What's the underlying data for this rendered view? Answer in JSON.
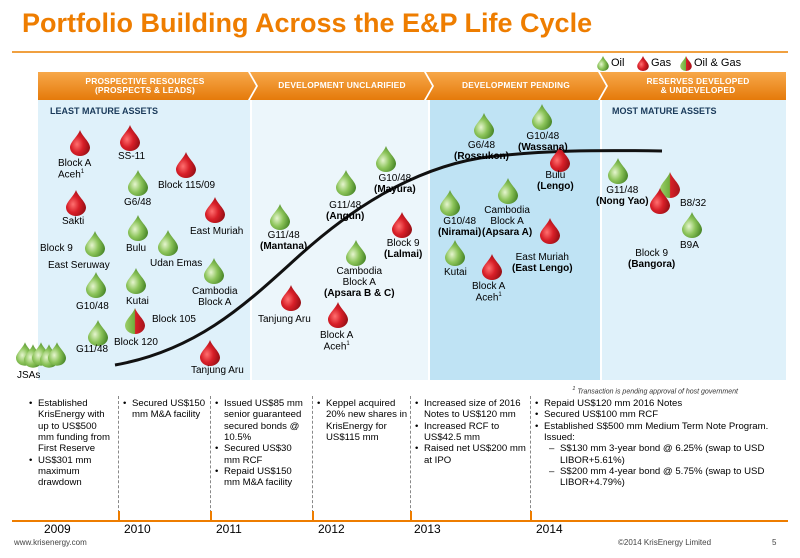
{
  "title": "Portfolio Building Across the E&P Life Cycle",
  "legend": {
    "oil": "Oil",
    "gas": "Gas",
    "oil_gas": "Oil & Gas",
    "colors": {
      "oil": "#6fae3c",
      "gas": "#d11c28"
    }
  },
  "phases": [
    {
      "line1": "PROSPECTIVE RESOURCES",
      "line2": "(PROSPECTS & LEADS)"
    },
    {
      "line1": "DEVELOPMENT UNCLARIFIED",
      "line2": ""
    },
    {
      "line1": "DEVELOPMENT PENDING",
      "line2": ""
    },
    {
      "line1": "RESERVES DEVELOPED",
      "line2": "& UNDEVELOPED"
    }
  ],
  "zones": {
    "least_mature": "LEAST MATURE ASSETS",
    "most_mature": "MOST MATURE ASSETS"
  },
  "assets": {
    "ss11": "SS-11",
    "block_a_aceh_1": "Block A",
    "block_a_aceh_1b": "Aceh",
    "block_115_09": "Block 115/09",
    "g6_48": "G6/48",
    "sakti": "Sakti",
    "east_muriah": "East Muriah",
    "block_9": "Block 9",
    "bulu": "Bulu",
    "udan_emas": "Udan Emas",
    "east_seruway": "East Seruway",
    "cambodia_block_a_1": "Cambodia",
    "cambodia_block_a_1b": "Block A",
    "kutai": "Kutai",
    "g10_48": "G10/48",
    "block_105": "Block 105",
    "g11_48": "G11/48",
    "block_120": "Block 120",
    "jsas": "JSAs",
    "tanjung_aru": "Tanjung Aru",
    "g11_mantana": "G11/48",
    "mantana": "(Mantana)",
    "g11_angun": "G11/48",
    "angun": "(Angun)",
    "g10_mayura": "G10/48",
    "mayura": "(Mayura)",
    "cambodia_apsara_1": "Cambodia",
    "cambodia_apsara_2": "Block A",
    "apsara_bc": "(Apsara B & C)",
    "block9_lalmai": "Block 9",
    "lalmai": "(Lalmai)",
    "tanjung_aru_2": "Tanjung Aru",
    "block_a_aceh_2": "Block A",
    "block_a_aceh_2b": "Aceh",
    "g6_rossukon": "G6/48",
    "rossukon": "(Rossukon)",
    "g10_wassana": "G10/48",
    "wassana": "(Wassana)",
    "g10_niramai": "G10/48",
    "niramai": "(Niramai)",
    "cambodia_apsara_a_1": "Cambodia",
    "cambodia_apsara_a_2": "Block A",
    "apsara_a": "(Apsara A)",
    "bulu_lengo": "Bulu",
    "lengo": "(Lengo)",
    "east_muriah_2": "East Muriah",
    "east_lengo": "(East Lengo)",
    "kutai_2": "Kutai",
    "block_a_aceh_3": "Block A",
    "block_a_aceh_3b": "Aceh",
    "g11_nong_yao": "G11/48",
    "nong_yao": "(Nong Yao)",
    "b8_32": "B8/32",
    "block9_bangora": "Block 9",
    "bangora": "(Bangora)",
    "b9a": "B9A",
    "superscript_1": "1"
  },
  "footnote": "Transaction is pending approval of host government",
  "footnote_mark": "1",
  "milestones": [
    {
      "year": "2009",
      "items": [
        "Established KrisEnergy with up to US$500 mm funding from First Reserve",
        "US$301 mm maximum drawdown"
      ]
    },
    {
      "year": "2010",
      "items": [
        "Secured US$150 mm M&A facility"
      ]
    },
    {
      "year": "2011",
      "items": [
        "Issued US$85 mm senior guaranteed secured bonds @ 10.5%",
        "Secured US$30 mm RCF",
        "Repaid US$150 mm M&A facility"
      ]
    },
    {
      "year": "2012",
      "items": [
        "Keppel acquired 20% new shares in KrisEnergy for US$115 mm"
      ]
    },
    {
      "year": "2013",
      "items": [
        "Increased size of 2016 Notes to US$120 mm",
        "Increased RCF to US$42.5 mm",
        "Raised net US$200 mm at IPO"
      ]
    },
    {
      "year": "2014",
      "items": [
        "Repaid US$120 mm 2016 Notes",
        "Secured US$100 mm RCF",
        "Established S$500 mm Medium Term Note Program. Issued:"
      ],
      "subitems": [
        "S$130 mm 3-year bond @ 6.25% (swap to USD LIBOR+5.61%)",
        "S$200 mm 4-year bond @ 5.75% (swap to USD LIBOR+4.79%)"
      ]
    }
  ],
  "footer": {
    "website": "www.krisenergy.com",
    "copyright": "©2014 KrisEnergy Limited",
    "page_number": "5"
  }
}
